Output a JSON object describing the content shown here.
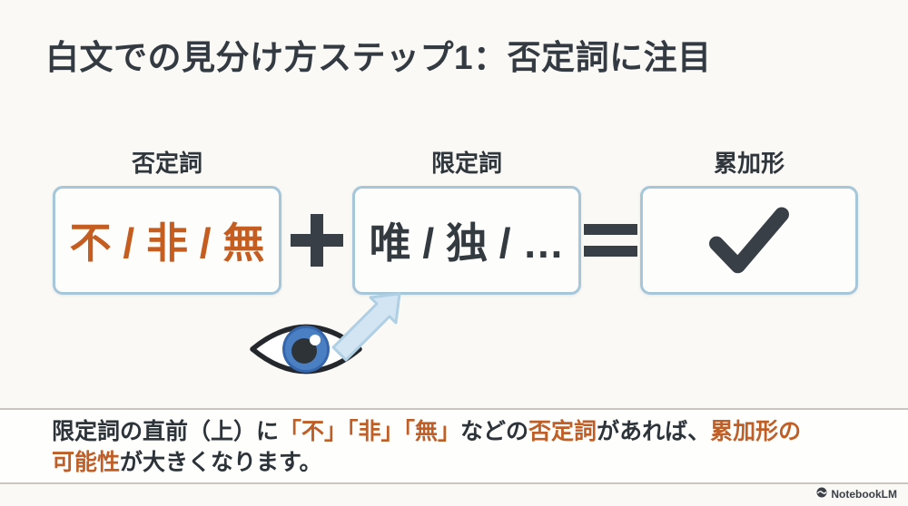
{
  "title": "白文での見分け方ステップ1：否定詞に注目",
  "formula": {
    "negation": {
      "label": "否定詞",
      "content": "不 / 非 / 無"
    },
    "limiting": {
      "label": "限定詞",
      "content": "唯 / 独 / …"
    },
    "result": {
      "label": "累加形",
      "content_icon": "check-icon"
    },
    "operators": {
      "plus": "＋",
      "equals": "＝"
    }
  },
  "icons": {
    "eye": "eye-icon",
    "arrow": "arrow-up-right-icon",
    "check": "check-icon",
    "brand_logo": "notebooklm-icon"
  },
  "colors": {
    "accent_orange": "#c55d20",
    "text_dark": "#333a41",
    "box_border_blue": "#a6c6da",
    "arrow_blue_fill": "#d3e5f3",
    "iris_blue": "#4a80c3",
    "note_band_bg": "#fefefd"
  },
  "note": {
    "line1": [
      {
        "text": "限定詞の直前（上）に",
        "color": "dark"
      },
      {
        "text": "「不」「非」「無」",
        "color": "orange"
      },
      {
        "text": "などの",
        "color": "dark"
      },
      {
        "text": "否定詞",
        "color": "orange"
      },
      {
        "text": "があれば、",
        "color": "dark"
      },
      {
        "text": "累加形の",
        "color": "orange"
      }
    ],
    "line2": [
      {
        "text": "可能性",
        "color": "orange"
      },
      {
        "text": "が大きくなります。",
        "color": "dark"
      }
    ]
  },
  "footer": {
    "brand": "NotebookLM"
  }
}
